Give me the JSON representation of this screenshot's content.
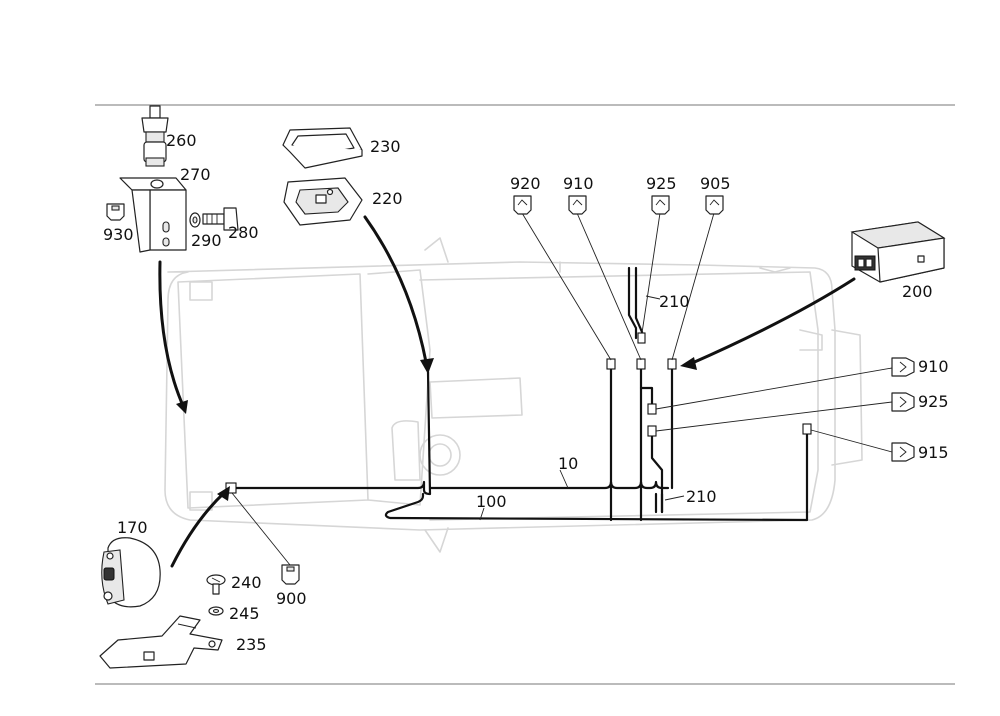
{
  "labels": {
    "p260": "260",
    "p270": "270",
    "p930": "930",
    "p290": "290",
    "p280": "280",
    "p230": "230",
    "p220": "220",
    "p920": "920",
    "p910_top": "910",
    "p925_top": "925",
    "p905": "905",
    "p200": "200",
    "p210_top": "210",
    "p910_right": "910",
    "p925_right": "925",
    "p915": "915",
    "p10": "10",
    "p100": "100",
    "p210_bottom": "210",
    "p900": "900",
    "p170": "170",
    "p240": "240",
    "p245": "245",
    "p235": "235"
  }
}
